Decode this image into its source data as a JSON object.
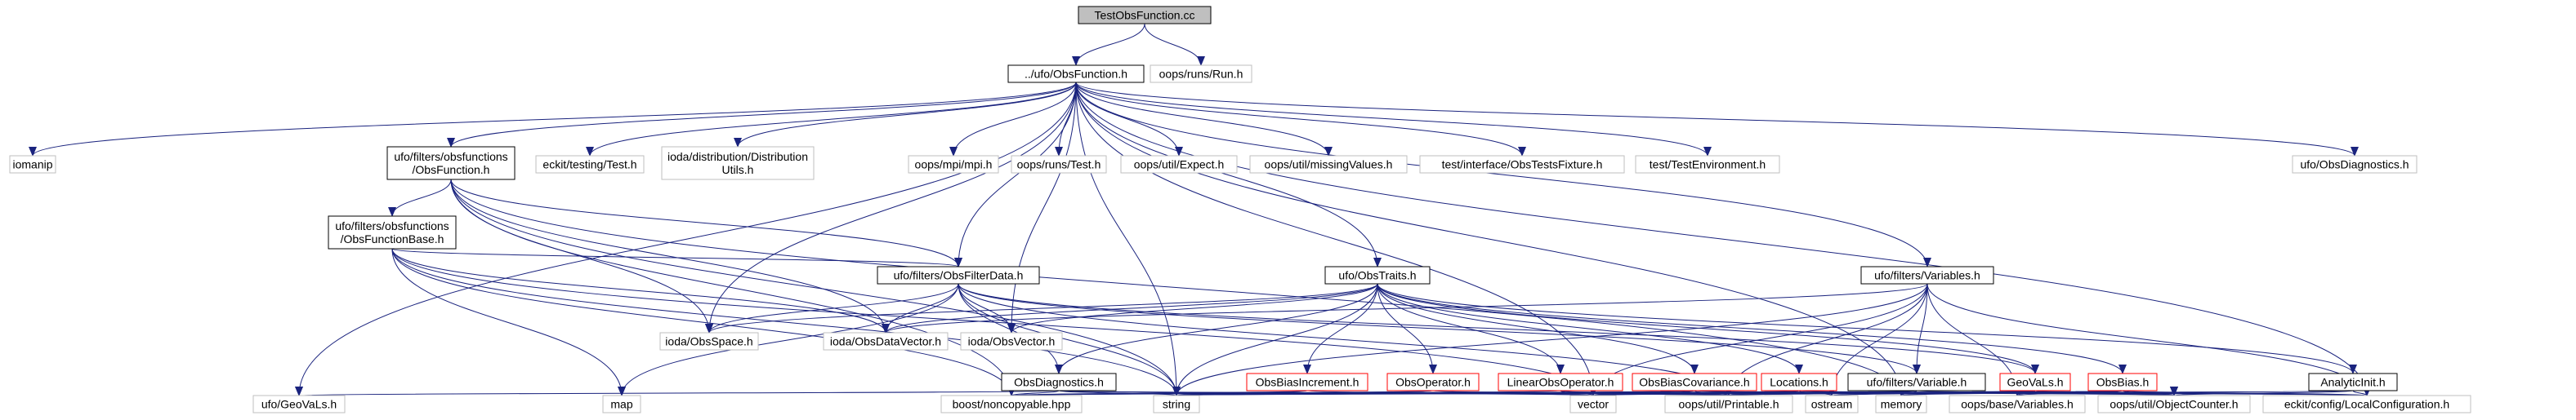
{
  "graph": {
    "root": "TestObsFunction.cc",
    "colors": {
      "edge": "#1a237e",
      "node_border_black": "#000000",
      "node_border_gray": "#bfbfbf",
      "node_border_red": "#ff0000",
      "root_fill": "#bfbfbf",
      "text": "#000000"
    },
    "nodes": [
      {
        "id": "root",
        "label": "TestObsFunction.cc",
        "style": "root"
      },
      {
        "id": "run",
        "label": "oops/runs/Run.h",
        "style": "gray"
      },
      {
        "id": "obsfunction",
        "label": "../ufo/ObsFunction.h",
        "style": "black"
      },
      {
        "id": "iomanip",
        "label": "iomanip",
        "style": "gray"
      },
      {
        "id": "ufo_obsfunctions_obsfunction",
        "label": "ufo/filters/obsfunctions\n/ObsFunction.h",
        "style": "black"
      },
      {
        "id": "eckit_test",
        "label": "eckit/testing/Test.h",
        "style": "gray"
      },
      {
        "id": "ioda_distribution",
        "label": "ioda/distribution/Distribution\nUtils.h",
        "style": "gray"
      },
      {
        "id": "oops_mpi",
        "label": "oops/mpi/mpi.h",
        "style": "gray"
      },
      {
        "id": "oops_test",
        "label": "oops/runs/Test.h",
        "style": "gray"
      },
      {
        "id": "oops_expect",
        "label": "oops/util/Expect.h",
        "style": "gray"
      },
      {
        "id": "oops_missing",
        "label": "oops/util/missingValues.h",
        "style": "gray"
      },
      {
        "id": "obstests",
        "label": "test/interface/ObsTestsFixture.h",
        "style": "gray"
      },
      {
        "id": "testenv",
        "label": "test/TestEnvironment.h",
        "style": "gray"
      },
      {
        "id": "obsdiag_top",
        "label": "ufo/ObsDiagnostics.h",
        "style": "gray"
      },
      {
        "id": "obsfunctionbase",
        "label": "ufo/filters/obsfunctions\n/ObsFunctionBase.h",
        "style": "black"
      },
      {
        "id": "obsfilterdata",
        "label": "ufo/filters/ObsFilterData.h",
        "style": "black"
      },
      {
        "id": "obstraits",
        "label": "ufo/ObsTraits.h",
        "style": "black"
      },
      {
        "id": "variables",
        "label": "ufo/filters/Variables.h",
        "style": "black"
      },
      {
        "id": "obsspace",
        "label": "ioda/ObsSpace.h",
        "style": "gray"
      },
      {
        "id": "obsdatavector",
        "label": "ioda/ObsDataVector.h",
        "style": "gray"
      },
      {
        "id": "obsvector",
        "label": "ioda/ObsVector.h",
        "style": "gray"
      },
      {
        "id": "obsdiagnostics",
        "label": "ObsDiagnostics.h",
        "style": "black"
      },
      {
        "id": "obsbiasincrement",
        "label": "ObsBiasIncrement.h",
        "style": "red"
      },
      {
        "id": "obsoperator",
        "label": "ObsOperator.h",
        "style": "red"
      },
      {
        "id": "linearobsoperator",
        "label": "LinearObsOperator.h",
        "style": "red"
      },
      {
        "id": "obsbiascovariance",
        "label": "ObsBiasCovariance.h",
        "style": "red"
      },
      {
        "id": "locations",
        "label": "Locations.h",
        "style": "red"
      },
      {
        "id": "filters_variable",
        "label": "ufo/filters/Variable.h",
        "style": "black"
      },
      {
        "id": "geovals",
        "label": "GeoVaLs.h",
        "style": "red"
      },
      {
        "id": "obsbias",
        "label": "ObsBias.h",
        "style": "red"
      },
      {
        "id": "analyticinit",
        "label": "AnalyticInit.h",
        "style": "black"
      },
      {
        "id": "ufo_geovals",
        "label": "ufo/GeoVaLs.h",
        "style": "gray"
      },
      {
        "id": "map",
        "label": "map",
        "style": "gray"
      },
      {
        "id": "noncopyable",
        "label": "boost/noncopyable.hpp",
        "style": "gray"
      },
      {
        "id": "string",
        "label": "string",
        "style": "gray"
      },
      {
        "id": "vector",
        "label": "vector",
        "style": "gray"
      },
      {
        "id": "printable",
        "label": "oops/util/Printable.h",
        "style": "gray"
      },
      {
        "id": "ostream",
        "label": "ostream",
        "style": "gray"
      },
      {
        "id": "memory",
        "label": "memory",
        "style": "gray"
      },
      {
        "id": "base_variables",
        "label": "oops/base/Variables.h",
        "style": "gray"
      },
      {
        "id": "objectcounter",
        "label": "oops/util/ObjectCounter.h",
        "style": "gray"
      },
      {
        "id": "localconfig",
        "label": "eckit/config/LocalConfiguration.h",
        "style": "gray"
      }
    ],
    "edges": [
      [
        "root",
        "obsfunction"
      ],
      [
        "root",
        "run"
      ],
      [
        "obsfunction",
        "iomanip"
      ],
      [
        "obsfunction",
        "ufo_obsfunctions_obsfunction"
      ],
      [
        "obsfunction",
        "eckit_test"
      ],
      [
        "obsfunction",
        "ioda_distribution"
      ],
      [
        "obsfunction",
        "oops_mpi"
      ],
      [
        "obsfunction",
        "oops_test"
      ],
      [
        "obsfunction",
        "oops_expect"
      ],
      [
        "obsfunction",
        "oops_missing"
      ],
      [
        "obsfunction",
        "obstests"
      ],
      [
        "obsfunction",
        "testenv"
      ],
      [
        "obsfunction",
        "obsdiag_top"
      ],
      [
        "obsfunction",
        "obsspace"
      ],
      [
        "obsfunction",
        "ufo_geovals"
      ],
      [
        "obsfunction",
        "obsfilterdata"
      ],
      [
        "obsfunction",
        "obstraits"
      ],
      [
        "obsfunction",
        "variables"
      ],
      [
        "obsfunction",
        "obsvector"
      ],
      [
        "obsfunction",
        "localconfig"
      ],
      [
        "obsfunction",
        "memory"
      ],
      [
        "obsfunction",
        "string"
      ],
      [
        "obsfunction",
        "vector"
      ],
      [
        "ufo_obsfunctions_obsfunction",
        "obsfunctionbase"
      ],
      [
        "ufo_obsfunctions_obsfunction",
        "obsfilterdata"
      ],
      [
        "ufo_obsfunctions_obsfunction",
        "obsspace"
      ],
      [
        "ufo_obsfunctions_obsfunction",
        "obsdatavector"
      ],
      [
        "ufo_obsfunctions_obsfunction",
        "noncopyable"
      ],
      [
        "ufo_obsfunctions_obsfunction",
        "string"
      ],
      [
        "ufo_obsfunctions_obsfunction",
        "memory"
      ],
      [
        "obsfunctionbase",
        "obsfilterdata"
      ],
      [
        "obsfunctionbase",
        "obsdatavector"
      ],
      [
        "obsfunctionbase",
        "map"
      ],
      [
        "obsfunctionbase",
        "noncopyable"
      ],
      [
        "obsfunctionbase",
        "string"
      ],
      [
        "obsfunctionbase",
        "vector"
      ],
      [
        "obsfilterdata",
        "obsspace"
      ],
      [
        "obsfilterdata",
        "obsdatavector"
      ],
      [
        "obsfilterdata",
        "obsvector"
      ],
      [
        "obsfilterdata",
        "geovals"
      ],
      [
        "obsfilterdata",
        "obsdiagnostics"
      ],
      [
        "obsfilterdata",
        "filters_variable"
      ],
      [
        "obsfilterdata",
        "map"
      ],
      [
        "obsfilterdata",
        "string"
      ],
      [
        "obsfilterdata",
        "printable"
      ],
      [
        "obstraits",
        "obsdiagnostics"
      ],
      [
        "obstraits",
        "obsbiasincrement"
      ],
      [
        "obstraits",
        "obsoperator"
      ],
      [
        "obstraits",
        "linearobsoperator"
      ],
      [
        "obstraits",
        "obsbiascovariance"
      ],
      [
        "obstraits",
        "locations"
      ],
      [
        "obstraits",
        "geovals"
      ],
      [
        "obstraits",
        "obsbias"
      ],
      [
        "obstraits",
        "analyticinit"
      ],
      [
        "obstraits",
        "obsspace"
      ],
      [
        "obstraits",
        "obsdatavector"
      ],
      [
        "obstraits",
        "obsvector"
      ],
      [
        "obstraits",
        "string"
      ],
      [
        "variables",
        "filters_variable"
      ],
      [
        "variables",
        "obsdatavector"
      ],
      [
        "variables",
        "printable"
      ],
      [
        "variables",
        "string"
      ],
      [
        "variables",
        "vector"
      ],
      [
        "variables",
        "base_variables"
      ],
      [
        "variables",
        "localconfig"
      ],
      [
        "variables",
        "ostream"
      ],
      [
        "obsdiagnostics",
        "ufo_geovals"
      ],
      [
        "obsdiagnostics",
        "noncopyable"
      ],
      [
        "obsdiagnostics",
        "string"
      ],
      [
        "obsdiagnostics",
        "vector"
      ],
      [
        "obsdiagnostics",
        "printable"
      ],
      [
        "obsbiasincrement",
        "noncopyable"
      ],
      [
        "obsbiasincrement",
        "string"
      ],
      [
        "obsbiasincrement",
        "vector"
      ],
      [
        "obsoperator",
        "noncopyable"
      ],
      [
        "obsoperator",
        "string"
      ],
      [
        "obsoperator",
        "printable"
      ],
      [
        "linearobsoperator",
        "noncopyable"
      ],
      [
        "linearobsoperator",
        "printable"
      ],
      [
        "linearobsoperator",
        "vector"
      ],
      [
        "obsbiascovariance",
        "noncopyable"
      ],
      [
        "obsbiascovariance",
        "string"
      ],
      [
        "obsbiascovariance",
        "vector"
      ],
      [
        "obsbiascovariance",
        "printable"
      ],
      [
        "obsbiascovariance",
        "objectcounter"
      ],
      [
        "obsbiascovariance",
        "localconfig"
      ],
      [
        "locations",
        "vector"
      ],
      [
        "locations",
        "printable"
      ],
      [
        "locations",
        "ostream"
      ],
      [
        "locations",
        "string"
      ],
      [
        "locations",
        "objectcounter"
      ],
      [
        "locations",
        "localconfig"
      ],
      [
        "filters_variable",
        "string"
      ],
      [
        "filters_variable",
        "vector"
      ],
      [
        "filters_variable",
        "printable"
      ],
      [
        "filters_variable",
        "memory"
      ],
      [
        "filters_variable",
        "localconfig"
      ],
      [
        "geovals",
        "vector"
      ],
      [
        "geovals",
        "string"
      ],
      [
        "geovals",
        "printable"
      ],
      [
        "geovals",
        "memory"
      ],
      [
        "geovals",
        "ostream"
      ],
      [
        "geovals",
        "base_variables"
      ],
      [
        "geovals",
        "objectcounter"
      ],
      [
        "geovals",
        "localconfig"
      ],
      [
        "obsbias",
        "vector"
      ],
      [
        "obsbias",
        "string"
      ],
      [
        "obsbias",
        "memory"
      ],
      [
        "obsbias",
        "printable"
      ],
      [
        "obsbias",
        "ostream"
      ],
      [
        "obsbias",
        "base_variables"
      ],
      [
        "obsbias",
        "objectcounter"
      ],
      [
        "obsbias",
        "localconfig"
      ],
      [
        "analyticinit",
        "string"
      ],
      [
        "analyticinit",
        "objectcounter"
      ],
      [
        "analyticinit",
        "localconfig"
      ]
    ]
  }
}
